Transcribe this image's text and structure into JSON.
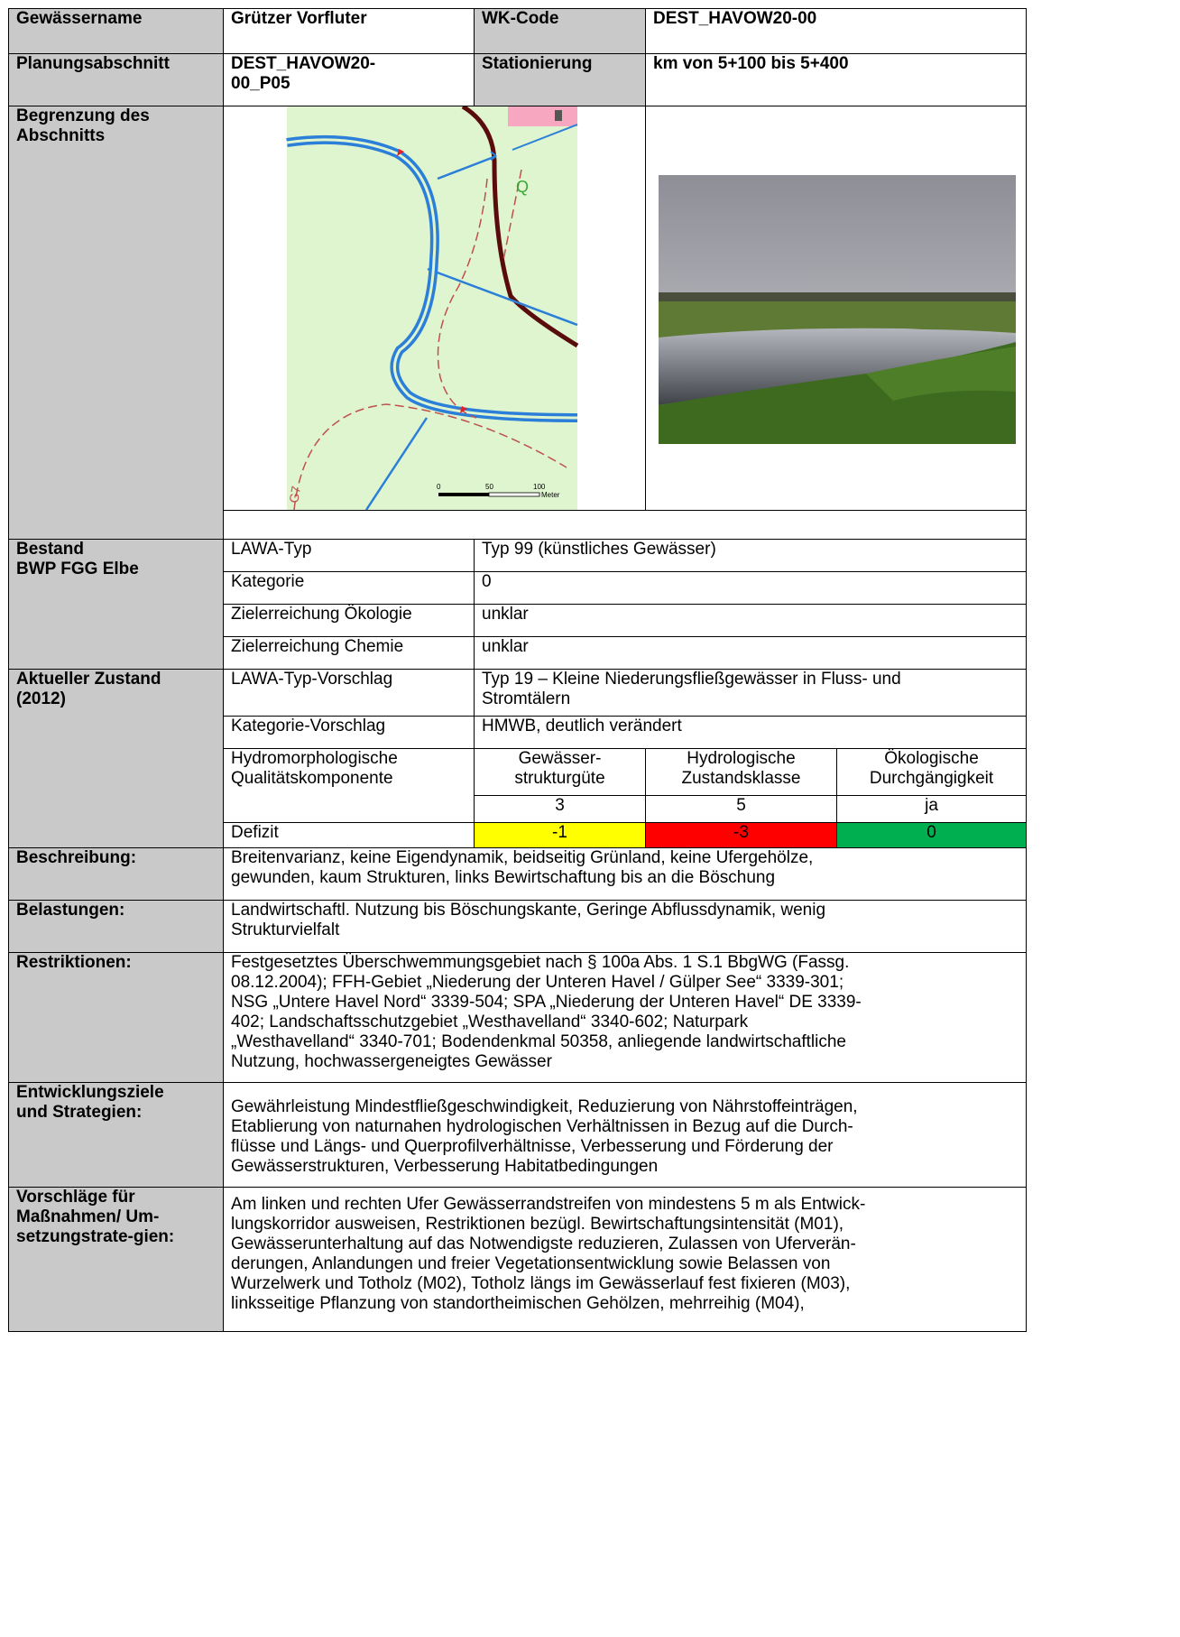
{
  "header": {
    "gewaessername_label": "Gewässername",
    "gewaessername": "Grützer Vorfluter",
    "wk_code_label": "WK-Code",
    "wk_code": "DEST_HAVOW20-00",
    "planungsabschnitt_label": "Planungsabschnitt",
    "planungsabschnitt_l1": "DEST_HAVOW20-",
    "planungsabschnitt_l2": "00_P05",
    "stationierung_label": "Stationierung",
    "stationierung": "km von 5+100 bis 5+400"
  },
  "begrenzung": {
    "label_l1": "Begrenzung des",
    "label_l2": "Abschnitts",
    "map": {
      "scale_0": "0",
      "scale_50": "50",
      "scale_100": "100",
      "scale_unit": "Meter",
      "map_label_left": "G7",
      "map_label_right": "Q"
    }
  },
  "bestand": {
    "label_l1": "Bestand",
    "label_l2": "BWP FGG Elbe",
    "rows": [
      {
        "key": "LAWA-Typ",
        "value": "Typ 99 (künstliches Gewässer)"
      },
      {
        "key": "Kategorie",
        "value": "0"
      },
      {
        "key": "Zielerreichung Ökologie",
        "value": "unklar"
      },
      {
        "key": "Zielerreichung Chemie",
        "value": "unklar"
      }
    ]
  },
  "zustand": {
    "label_l1": "Aktueller Zustand",
    "label_l2": "(2012)",
    "lawa_key": "LAWA-Typ-Vorschlag",
    "lawa_value_l1": "Typ 19 – Kleine Niederungsfließgewässer in Fluss- und",
    "lawa_value_l2": "Stromtälern",
    "kat_key": "Kategorie-Vorschlag",
    "kat_value": "HMWB, deutlich verändert",
    "hydro_key_l1": "Hydromorphologische",
    "hydro_key_l2": "Qualitätskomponente",
    "cols": [
      {
        "h1": "Gewässer-",
        "h2": "strukturgüte",
        "val": "3",
        "def": "-1"
      },
      {
        "h1": "Hydrologische",
        "h2": "Zustandsklasse",
        "val": "5",
        "def": "-3"
      },
      {
        "h1": "Ökologische",
        "h2": "Durchgängigkeit",
        "val": "ja",
        "def": "0"
      }
    ],
    "defizit_key": "Defizit"
  },
  "beschreibung": {
    "label": "Beschreibung:",
    "l1": "Breitenvarianz, keine Eigendynamik, beidseitig Grünland, keine Ufergehölze,",
    "l2": "gewunden, kaum Strukturen, links Bewirtschaftung bis an die Böschung"
  },
  "belastungen": {
    "label": "Belastungen:",
    "l1": "Landwirtschaftl. Nutzung bis Böschungskante, Geringe Abflussdynamik, wenig",
    "l2": "Strukturvielfalt"
  },
  "restriktionen": {
    "label": "Restriktionen:",
    "l1": "Festgesetztes Überschwemmungsgebiet nach § 100a Abs. 1 S.1 BbgWG (Fassg.",
    "l2": "08.12.2004); FFH-Gebiet „Niederung der Unteren Havel / Gülper See“ 3339-301;",
    "l3": "NSG „Untere Havel Nord“ 3339-504; SPA „Niederung der Unteren Havel“ DE 3339-",
    "l4": "402; Landschaftsschutzgebiet „Westhavelland“ 3340-602; Naturpark",
    "l5": "„Westhavelland“ 3340-701; Bodendenkmal 50358, anliegende landwirtschaftliche",
    "l6": "Nutzung, hochwassergeneigtes Gewässer"
  },
  "entwicklung": {
    "label_l1": "Entwicklungsziele",
    "label_l2": "und Strategien:",
    "l1": "Gewährleistung Mindestfließgeschwindigkeit, Reduzierung von Nährstoffeinträgen,",
    "l2": "Etablierung von naturnahen hydrologischen Verhältnissen in Bezug auf die Durch-",
    "l3": "flüsse und Längs- und Querprofilverhältnisse, Verbesserung und Förderung der",
    "l4": "Gewässerstrukturen, Verbesserung Habitatbedingungen"
  },
  "vorschlaege": {
    "label_l1": "Vorschläge für",
    "label_l2": "Maßnahmen/ Um-",
    "label_l3": "setzungstrate-gien:",
    "l1": "Am linken und rechten Ufer Gewässerrandstreifen von mindestens 5 m als Entwick-",
    "l2": "lungskorridor ausweisen, Restriktionen bezügl. Bewirtschaftungsintensität (M01),",
    "l3": "Gewässerunterhaltung auf das Notwendigste reduzieren, Zulassen von Uferverän-",
    "l4": "derungen, Anlandungen und freier Vegetationsentwicklung sowie Belassen von",
    "l5": "Wurzelwerk und Totholz (M02), Totholz längs im Gewässerlauf fest fixieren (M03),",
    "l6": "linksseitige Pflanzung von standortheimischen Gehölzen, mehrreihig (M04),"
  }
}
